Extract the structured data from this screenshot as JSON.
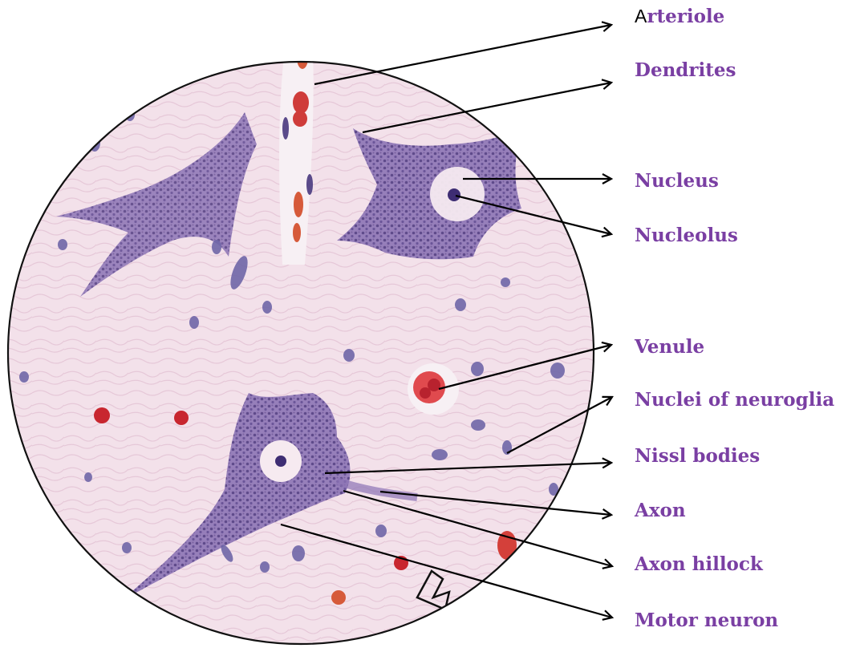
{
  "colors": {
    "label": "#7a3fa3",
    "label_first_letter": "#000000",
    "tissue": "#f2dfe9",
    "nissl": "#6a5397",
    "nucleus": "#7e78b2",
    "blood": "#d02e3a",
    "outline": "#111111",
    "arrow": "#000000"
  },
  "labels": [
    {
      "id": "arteriole",
      "first": "A",
      "rest": "rteriole"
    },
    {
      "id": "dendrites",
      "text": "Dendrites"
    },
    {
      "id": "nucleus",
      "text": "Nucleus"
    },
    {
      "id": "nucleolus",
      "text": "Nucleolus"
    },
    {
      "id": "venule",
      "text": "Venule"
    },
    {
      "id": "nuclei-of-neuroglia",
      "text": "Nuclei of neuroglia"
    },
    {
      "id": "nissl-bodies",
      "text": "Nissl bodies"
    },
    {
      "id": "axon",
      "text": "Axon"
    },
    {
      "id": "axon-hillock",
      "text": "Axon hillock"
    },
    {
      "id": "motor-neuron",
      "text": "Motor neuron"
    }
  ]
}
